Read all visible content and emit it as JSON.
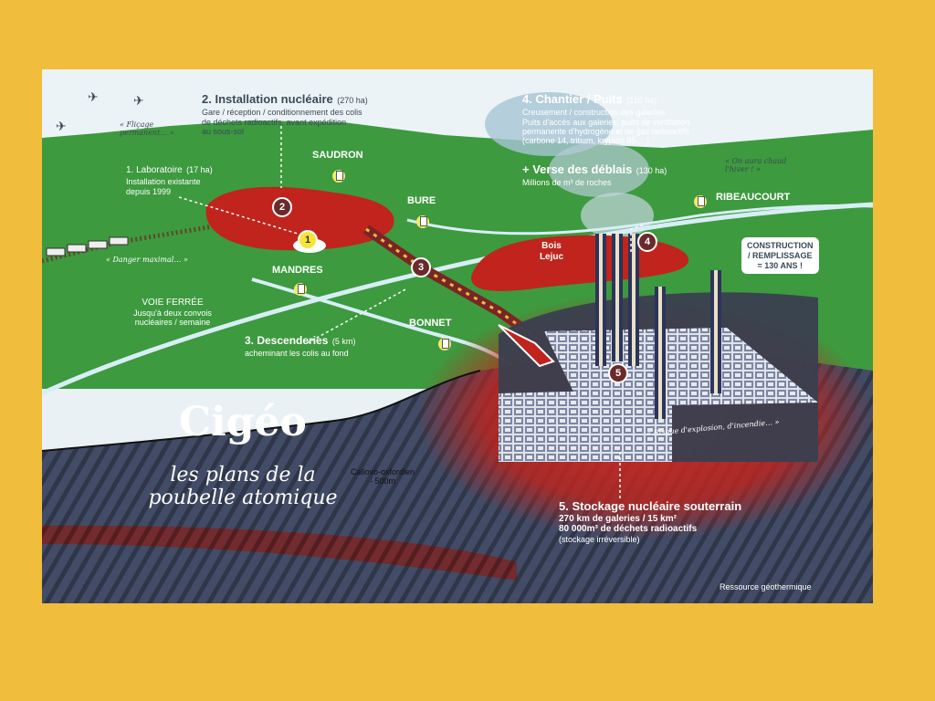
{
  "title": "Cigéo",
  "subtitle_line1": "les plans de la",
  "subtitle_line2": "poubelle atomique",
  "helicopters": {
    "caption_line1": "« Fliçage",
    "caption_line2": "permanent… »"
  },
  "labels": {
    "installation": {
      "title": "2. Installation nucléaire",
      "area": "(270 ha)",
      "line1": "Gare / réception / conditionnement des colis",
      "line2": "de déchets radioactifs, avant expédition",
      "line3": "au sous-sol"
    },
    "laboratoire": {
      "title": "1. Laboratoire",
      "area": "(17 ha)",
      "line1": "Installation existante",
      "line2": "depuis 1999"
    },
    "chantier": {
      "title": "4. Chantier / Puits",
      "area": "(110 ha)",
      "line1": "Creusement / construction des galeries",
      "line2": "Puits d'accès aux galeries, puits de ventilation",
      "line3": "permanente d'hydrogène et de gaz radioactifs",
      "line4": "(carbone 14, tritium, krypton 85,…)"
    },
    "verse": {
      "title": "+ Verse des déblais",
      "area": "(130 ha)",
      "line1": "Millions de m³ de roches"
    },
    "descenderies": {
      "title": "3. Descenderies",
      "area": "(5 km)",
      "line1": "acheminant les colis au fond"
    },
    "voie": {
      "title": "VOIE FERRÉE",
      "line1": "Jusqu'à deux convois",
      "line2": "nucléaires / semaine"
    },
    "stockage": {
      "title": "5. Stockage nucléaire souterrain",
      "line1": "270 km de galeries / 15 km²",
      "line2": "80 000m³  de déchets radioactifs",
      "line3": "(stockage irréversible)"
    },
    "callovo_line1": "Callovo-oxfordien",
    "callovo_line2": "- 500m",
    "geothermie": "Ressource géothermique",
    "bois": "Bois Lejuc"
  },
  "villages": {
    "saudron": "SAUDRON",
    "bure": "BURE",
    "mandres": "MANDRES",
    "bonnet": "BONNET",
    "ribeaucourt": "RIBEAUCOURT"
  },
  "quotes": {
    "danger": "« Danger maximal… »",
    "chaud_line1": "« On aura chaud",
    "chaud_line2": "l'hiver ! »",
    "risque": "« Risque d'explosion, d'incendie… »"
  },
  "construction": {
    "line1": "CONSTRUCTION",
    "line2": "/ REMPLISSAGE",
    "line3": "= 130 ANS !"
  },
  "numbers": [
    "1",
    "2",
    "3",
    "4",
    "5"
  ],
  "colors": {
    "frame": "#f0bd3c",
    "grass": "#3d9a3f",
    "rock": "#404a63",
    "red": "#c0241c",
    "road": "#d8eef5"
  }
}
